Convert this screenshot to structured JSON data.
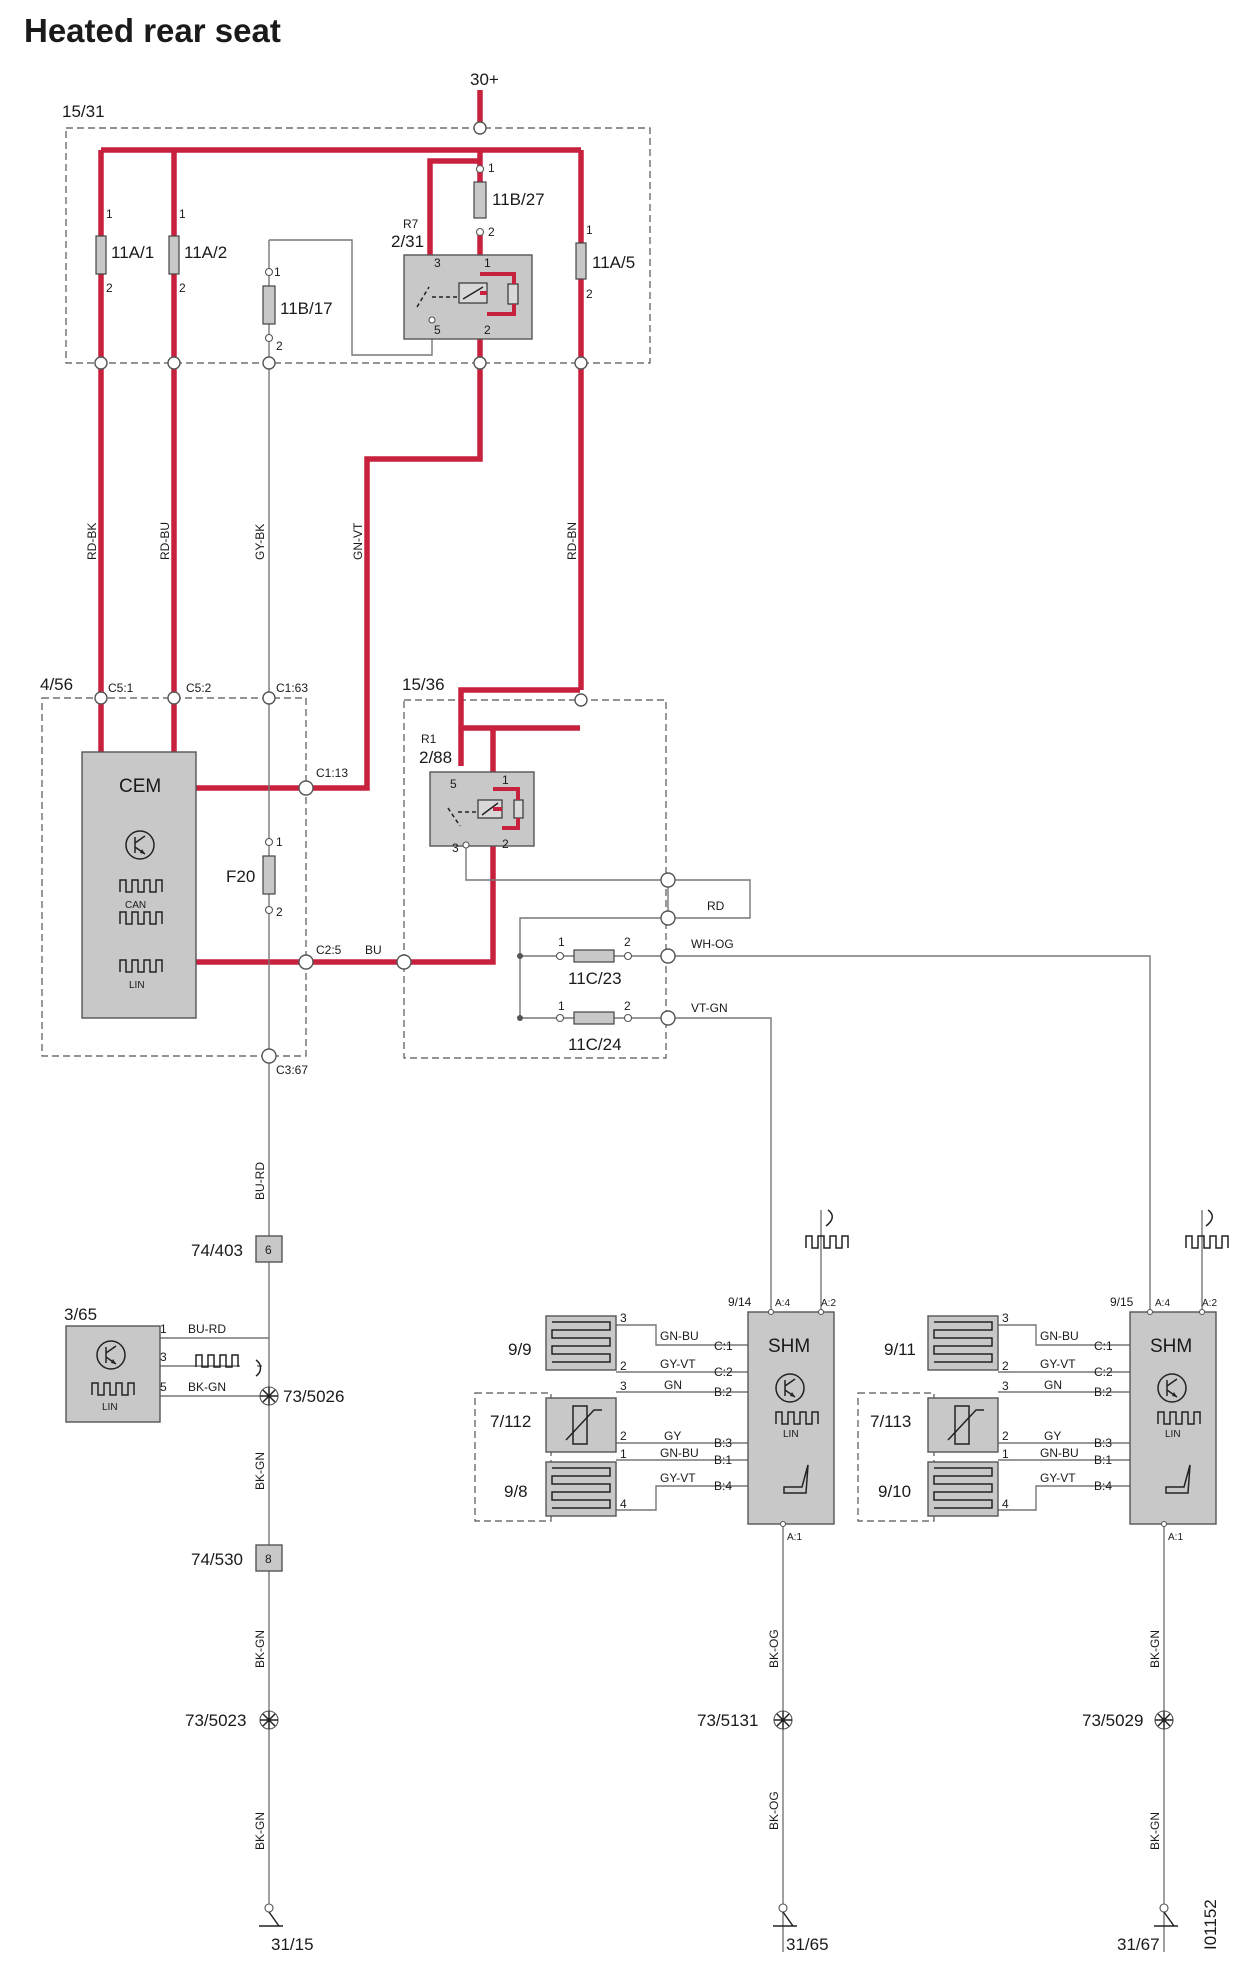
{
  "title": "Heated rear seat",
  "figure_id": "I01152",
  "supply": "30+",
  "boxes": {
    "b1531": "15/31",
    "b456": "4/56",
    "b1536": "15/36"
  },
  "fuses": {
    "f11a1": "11A/1",
    "f11a2": "11A/2",
    "f11b17": "11B/17",
    "f11b27": "11B/27",
    "f11a5": "11A/5",
    "f20": "F20",
    "f11c23": "11C/23",
    "f11c24": "11C/24"
  },
  "relays": {
    "r7_name": "R7",
    "r7_id": "2/31",
    "r1_name": "R1",
    "r1_id": "2/88"
  },
  "pins": {
    "p1": "1",
    "p2": "2",
    "p3": "3",
    "p4": "4",
    "p5": "5"
  },
  "wires": {
    "rdbk": "RD-BK",
    "rdbu": "RD-BU",
    "gybk": "GY-BK",
    "gnvt": "GN-VT",
    "rdbn": "RD-BN",
    "bu": "BU",
    "rd": "RD",
    "whog": "WH-OG",
    "vtgn": "VT-GN",
    "burd": "BU-RD",
    "bkgn": "BK-GN",
    "bkog": "BK-OG",
    "gnbu": "GN-BU",
    "gyvt": "GY-VT",
    "gn": "GN",
    "gy": "GY"
  },
  "cem": {
    "name": "CEM",
    "can": "CAN",
    "lin": "LIN",
    "c51": "C5:1",
    "c52": "C5:2",
    "c163": "C1:63",
    "c113": "C1:13",
    "c25": "C2:5",
    "c367": "C3:67"
  },
  "components": {
    "c365": "3/65",
    "c74403": "74/403",
    "c74403_pin": "6",
    "c735026": "73/5026",
    "c74530": "74/530",
    "c74530_pin": "8",
    "c735023": "73/5023",
    "c3115": "31/15",
    "c99": "9/9",
    "c7112": "7/112",
    "c98": "9/8",
    "c914": "9/14",
    "c735131": "73/5131",
    "c3165": "31/65",
    "c911": "9/11",
    "c7113": "7/113",
    "c910": "9/10",
    "c915": "9/15",
    "c735029": "73/5029",
    "c3167": "31/67"
  },
  "shm": {
    "name": "SHM",
    "lin": "LIN",
    "a4": "A:4",
    "a2": "A:2",
    "c1": "C:1",
    "c2": "C:2",
    "b2": "B:2",
    "b3": "B:3",
    "b1": "B:1",
    "b4": "B:4",
    "a1": "A:1"
  },
  "colors": {
    "power": "#c8213e",
    "signal": "#777777",
    "component": "#c8c8c8"
  }
}
